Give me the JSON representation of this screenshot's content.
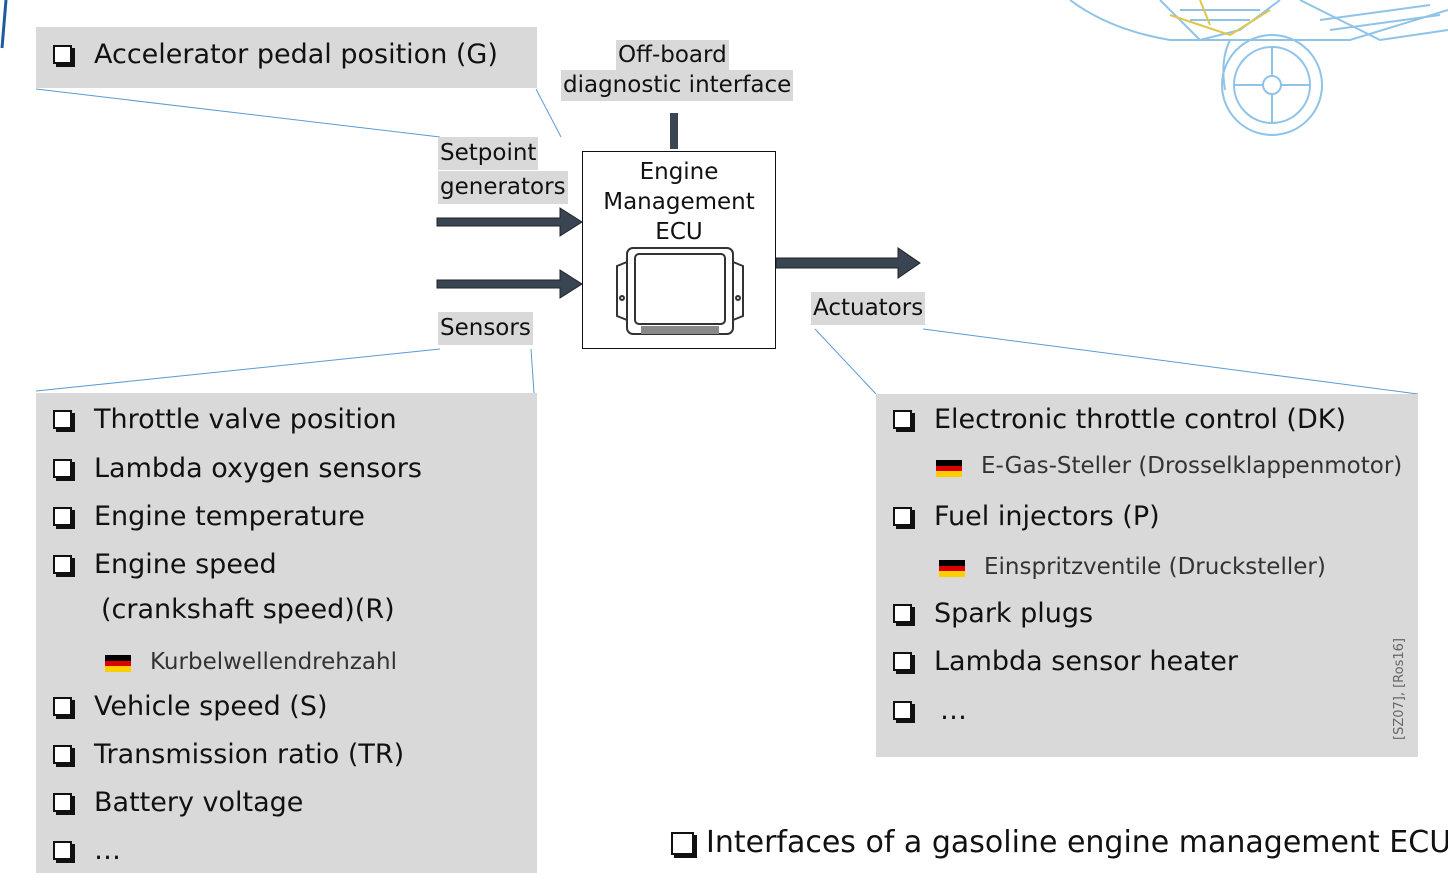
{
  "setpoint_box": {
    "items": [
      "Accelerator pedal position (G)"
    ]
  },
  "labels": {
    "offboard_line1": "Off-board",
    "offboard_line2": "diagnostic interface",
    "setpoint_line1": "Setpoint",
    "setpoint_line2": "generators",
    "sensors": "Sensors",
    "actuators": "Actuators"
  },
  "ecu": {
    "line1": "Engine",
    "line2": "Management",
    "line3": "ECU"
  },
  "sensors_box": {
    "items": [
      "Throttle valve position",
      "Lambda oxygen sensors",
      "Engine temperature",
      "Engine speed",
      "(crankshaft speed)(R)",
      "Kurbelwellendrehzahl",
      "Vehicle speed (S)",
      "Transmission ratio (TR)",
      "Battery voltage",
      "…"
    ]
  },
  "actuators_box": {
    "items": [
      "Electronic throttle control (DK)",
      "E-Gas-Steller (Drosselklappenmotor)",
      "Fuel injectors (P)",
      "Einspritzventile (Drucksteller)",
      "Spark plugs",
      "Lambda sensor heater",
      "…"
    ],
    "reference": "[SZ07], [Ros16]"
  },
  "caption": "Interfaces of a gasoline engine management ECU",
  "colors": {
    "box_gray": "#d9d9d9",
    "arrow": "#3a4554",
    "connector_line": "#5b9bd5",
    "car_sketch": "#8fc3e8"
  },
  "icons": [
    "checkbox-bullet-icon",
    "german-flag-icon",
    "ecu-device-icon",
    "car-chassis-sketch-icon"
  ]
}
